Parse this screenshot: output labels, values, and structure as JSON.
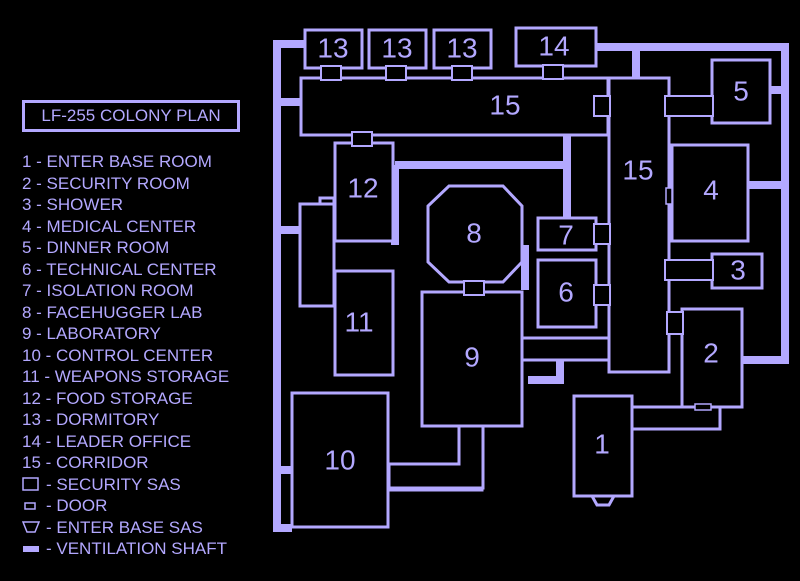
{
  "title": "LF-255 COLONY  PLAN",
  "legend": [
    {
      "label": "1 - ENTER BASE ROOM"
    },
    {
      "label": "2 - SECURITY ROOM"
    },
    {
      "label": "3 - SHOWER"
    },
    {
      "label": "4 - MEDICAL CENTER"
    },
    {
      "label": "5 - DINNER ROOM"
    },
    {
      "label": "6 - TECHNICAL CENTER"
    },
    {
      "label": "7 - ISOLATION ROOM"
    },
    {
      "label": "8 - FACEHUGGER LAB"
    },
    {
      "label": "9 - LABORATORY"
    },
    {
      "label": "10 - CONTROL CENTER"
    },
    {
      "label": "11 - WEAPONS STORAGE"
    },
    {
      "label": "12 - FOOD STORAGE"
    },
    {
      "label": "13 - DORMITORY"
    },
    {
      "label": "14 - LEADER OFFICE"
    },
    {
      "label": "15 - CORRIDOR"
    },
    {
      "label": "- SECURITY SAS",
      "symbol": "sas-icon"
    },
    {
      "label": "- DOOR",
      "symbol": "door-icon"
    },
    {
      "label": "- ENTER BASE SAS",
      "symbol": "enter-sas-icon"
    },
    {
      "label": "- VENTILATION SHAFT",
      "symbol": "shaft-icon"
    }
  ],
  "room_labels": {
    "r1": "1",
    "r2": "2",
    "r3": "3",
    "r4": "4",
    "r5": "5",
    "r6": "6",
    "r7": "7",
    "r8": "8",
    "r9": "9",
    "r10": "10",
    "r11": "11",
    "r12": "12",
    "r13a": "13",
    "r13b": "13",
    "r13c": "13",
    "r14": "14",
    "r15a": "15",
    "r15b": "15"
  },
  "colors": {
    "line": "#b3a8ff",
    "background": "#000000"
  }
}
